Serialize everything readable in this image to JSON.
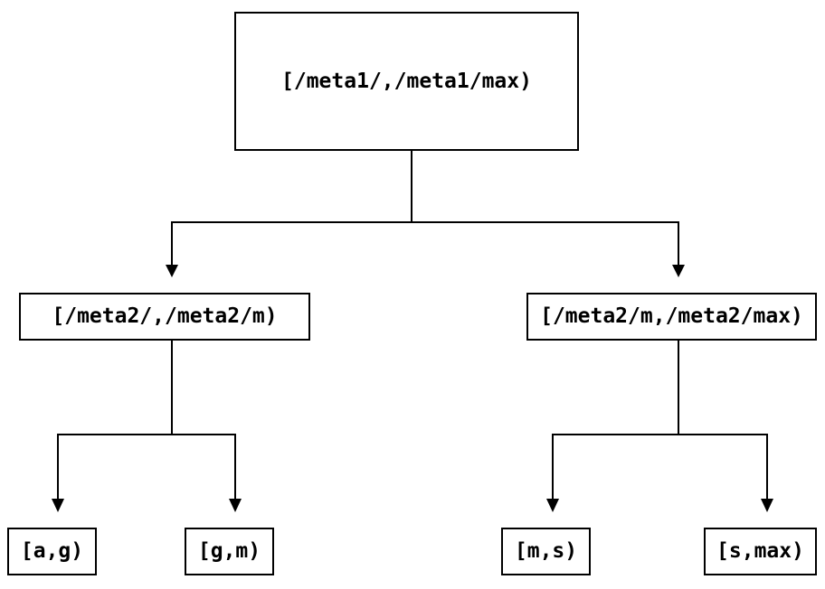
{
  "colors": {
    "background": "#ffffff",
    "line": "#000000",
    "box_border": "#000000",
    "text": "#000000"
  },
  "tree": {
    "root": {
      "label": "[/meta1/,/meta1/max)"
    },
    "children": [
      {
        "label": "[/meta2/,/meta2/m)",
        "children": [
          {
            "label": "[a,g)"
          },
          {
            "label": "[g,m)"
          }
        ]
      },
      {
        "label": "[/meta2/m,/meta2/max)",
        "children": [
          {
            "label": "[m,s)"
          },
          {
            "label": "[s,max)"
          }
        ]
      }
    ]
  }
}
